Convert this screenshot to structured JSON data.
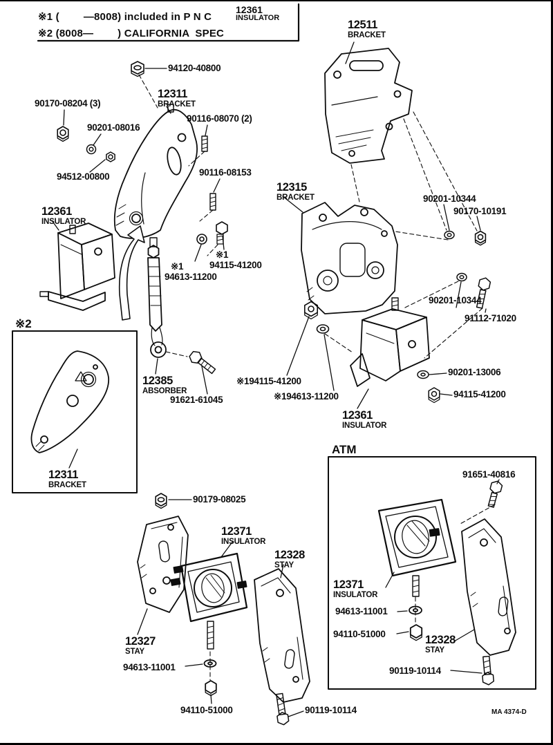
{
  "header": {
    "note1": "※1 (        —8008) included in P N C",
    "note1_part": "12361",
    "note1_part_name": "INSULATOR",
    "note2": "※2 (8008—        ) CALIFORNIA  SPEC"
  },
  "boxes": {
    "box2_label": "※2",
    "atm_label": "ATM"
  },
  "footer": {
    "code": "MA 4374-D"
  },
  "labels": [
    {
      "text": "94120-40800"
    },
    {
      "text": "12311",
      "sub": "BRACKET"
    },
    {
      "text": "90170-08204 (3)"
    },
    {
      "text": "90201-08016"
    },
    {
      "text": "90116-08070 (2)"
    },
    {
      "text": "94512-00800"
    },
    {
      "text": "90116-08153"
    },
    {
      "text": "12361",
      "sub": "INSULATOR"
    },
    {
      "text": "12315",
      "sub": "BRACKET"
    },
    {
      "text": "90201-10344"
    },
    {
      "text": "90170-10191"
    },
    {
      "text": "※1",
      "sub": "94115-41200"
    },
    {
      "text": "※1",
      "sub": "94613-11200"
    },
    {
      "text": "90201-10344"
    },
    {
      "text": "91112-71020"
    },
    {
      "text": "12385",
      "sub": "ABSORBER"
    },
    {
      "text": "91621-61045"
    },
    {
      "text": "※194115-41200"
    },
    {
      "text": "※194613-11200"
    },
    {
      "text": "90201-13006"
    },
    {
      "text": "94115-41200"
    },
    {
      "text": "12361",
      "sub": "INSULATOR"
    },
    {
      "text": "12311",
      "sub": "BRACKET"
    },
    {
      "text": "90179-08025"
    },
    {
      "text": "12371",
      "sub": "INSULATOR"
    },
    {
      "text": "12328",
      "sub": "STAY"
    },
    {
      "text": "91651-40816"
    },
    {
      "text": "12371",
      "sub": "INSULATOR"
    },
    {
      "text": "94613-11001"
    },
    {
      "text": "94110-51000"
    },
    {
      "text": "12328",
      "sub": "STAY"
    },
    {
      "text": "90119-10114"
    },
    {
      "text": "12327",
      "sub": "STAY"
    },
    {
      "text": "94613-11001"
    },
    {
      "text": "94110-51000"
    },
    {
      "text": "90119-10114"
    },
    {
      "text": "12511",
      "sub": "BRACKET"
    }
  ]
}
